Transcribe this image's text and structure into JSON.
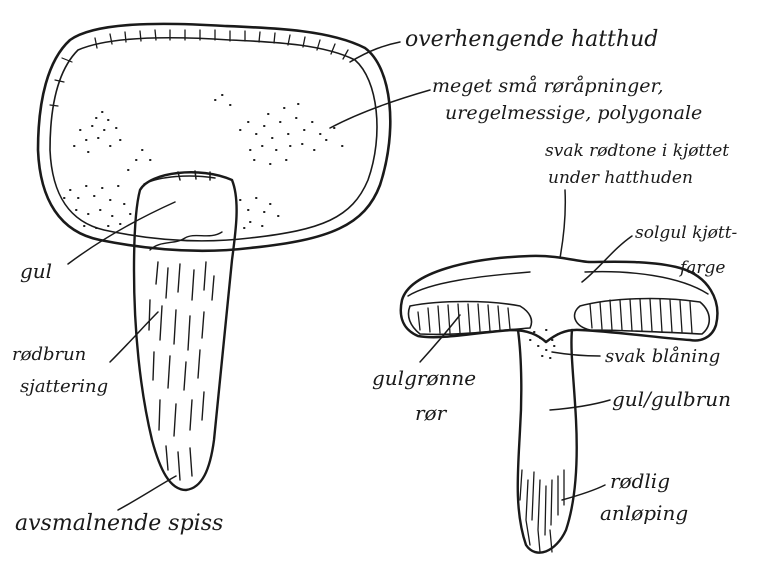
{
  "labels": {
    "overhengende_hatthud": "overhengende hatthud",
    "rorapninger_line1": "meget små røråpninger,",
    "rorapninger_line2": "uregelmessige, polygonale",
    "rodtone_line1": "svak rødtone i kjøttet",
    "rodtone_line2": "under hatthuden",
    "solgul_line1": "solgul kjøtt-",
    "solgul_line2": "farge",
    "gul": "gul",
    "rodbrun_line1": "rødbrun",
    "rodbrun_line2": "sjattering",
    "gulgronne_line1": "gulgrønne",
    "gulgronne_line2": "rør",
    "svak_blaning": "svak blåning",
    "gul_gulbrun": "gul/gulbrun",
    "rodlig_line1": "rødlig",
    "rodlig_line2": "anløping",
    "avsmalnende_spiss": "avsmalnende spiss"
  },
  "colors": {
    "ink": "#1a1a1a",
    "paper": "#ffffff"
  }
}
